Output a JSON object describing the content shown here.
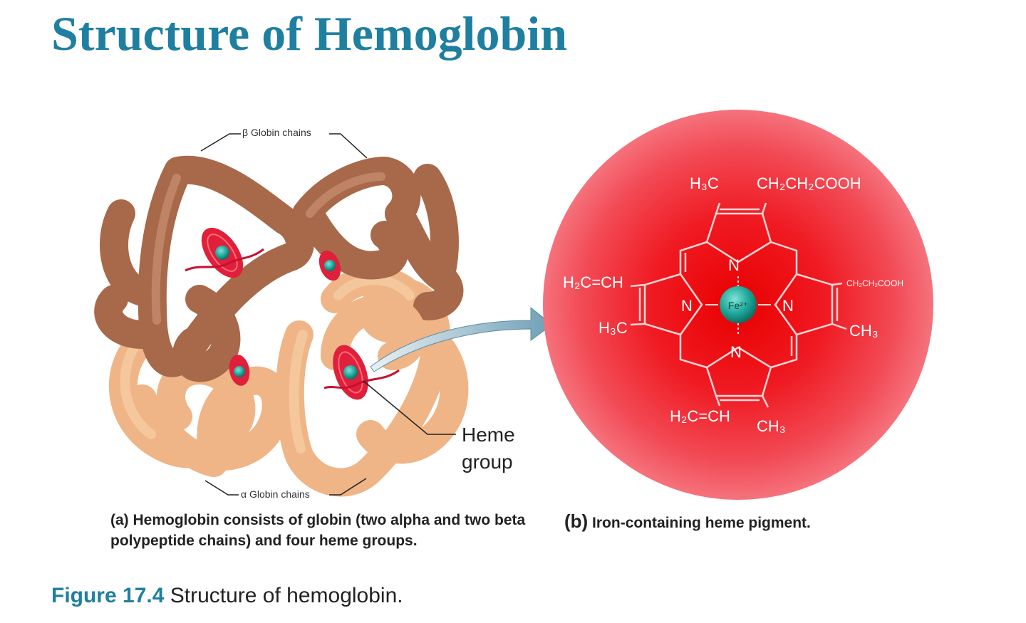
{
  "title": "Structure of Hemoglobin",
  "labels": {
    "beta_chains": "β Globin chains",
    "alpha_chains": "α Globin chains",
    "heme_group": [
      "Heme",
      "group"
    ]
  },
  "heme_formula": {
    "top_left": "H₃C",
    "top_right": "CH₂CH₂COOH",
    "left_top": "H₂C=CH",
    "left_bottom": "H₃C",
    "right_top": "CH₂CH₂COOH",
    "right_bottom": "CH₃",
    "bottom_left": "H₂C=CH",
    "bottom_right": "CH₃",
    "n_top": "N",
    "n_left": "N",
    "n_right": "N",
    "n_bottom": "N",
    "iron": "Fe²⁺"
  },
  "captions": {
    "a": "(a) Hemoglobin consists of globin (two alpha and two beta polypeptide chains) and four heme groups.",
    "b_letter": "(b)",
    "b_text": "Iron-containing heme pigment."
  },
  "figure_caption": {
    "number": "Figure 17.4",
    "text": "Structure of hemoglobin."
  },
  "colors": {
    "title": "#1f7fa0",
    "beta_globin": "#a8694a",
    "alpha_globin": "#f0b888",
    "heme_disc": "#e0203a",
    "iron": "#1fa79a",
    "arrow": "#6f9fb5"
  }
}
